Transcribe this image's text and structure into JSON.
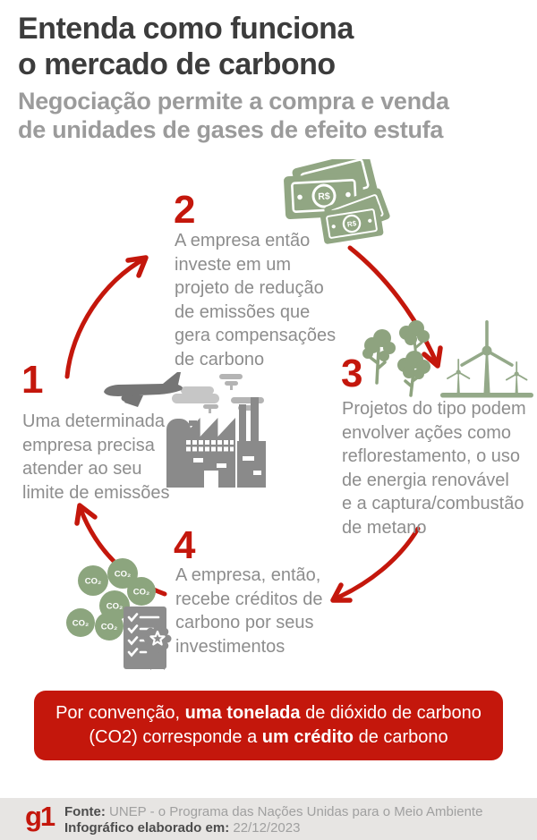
{
  "header": {
    "title_line1": "Entenda como funciona",
    "title_line2": "o mercado de carbono",
    "subtitle_line1": "Negociação permite a compra e venda",
    "subtitle_line2": "de unidades de gases de efeito estufa"
  },
  "steps": [
    {
      "number": "1",
      "lines": [
        "Uma determinada",
        "empresa precisa",
        "atender ao seu",
        "limite de emissões"
      ],
      "icon": "airplane-and-factory-emissions-icon"
    },
    {
      "number": "2",
      "lines": [
        "A empresa então",
        "investe em um",
        "projeto de redução",
        "de emissões que",
        "gera compensações",
        "de carbono"
      ],
      "icon": "banknotes-icon"
    },
    {
      "number": "3",
      "lines": [
        "Projetos do tipo podem",
        "envolver ações como",
        "reflorestamento, o uso",
        "de energia renovável",
        "e a captura/combustão",
        "de metano"
      ],
      "icon": "trees-and-wind-turbines-icon"
    },
    {
      "number": "4",
      "lines": [
        "A empresa, então,",
        "recebe créditos de",
        "carbono por seus",
        "investimentos"
      ],
      "icon": "co2-circles-and-certificate-icon"
    }
  ],
  "icons": {
    "banknote_label": "R$",
    "co2_label": "CO₂",
    "flow": "circular-red-arrows",
    "logo": "g1-logo"
  },
  "banner": {
    "line1_pre": "Por convenção, ",
    "line1_bold": "uma tonelada",
    "line1_post": " de dióxido de carbono",
    "line2_pre": "(CO2) corresponde a ",
    "line2_bold": "um crédito",
    "line2_post": " de carbono"
  },
  "footer": {
    "logo": "g1",
    "source_label": "Fonte:",
    "source_value": " UNEP - o Programa das Nações Unidas para o Meio Ambiente",
    "date_label": "Infográfico elaborado em:",
    "date_value": " 22/12/2023"
  },
  "colors": {
    "red": "#c4170c",
    "green": "#91a683",
    "title_gray": "#3c3c3c",
    "text_gray": "#8d8d8d",
    "subtitle_gray": "#9b9b9b",
    "plane_gray": "#757575",
    "factory_gray": "#8a8a8a",
    "cloud_gray": "#c6c6c6",
    "footer_bg": "#e7e5e3"
  }
}
